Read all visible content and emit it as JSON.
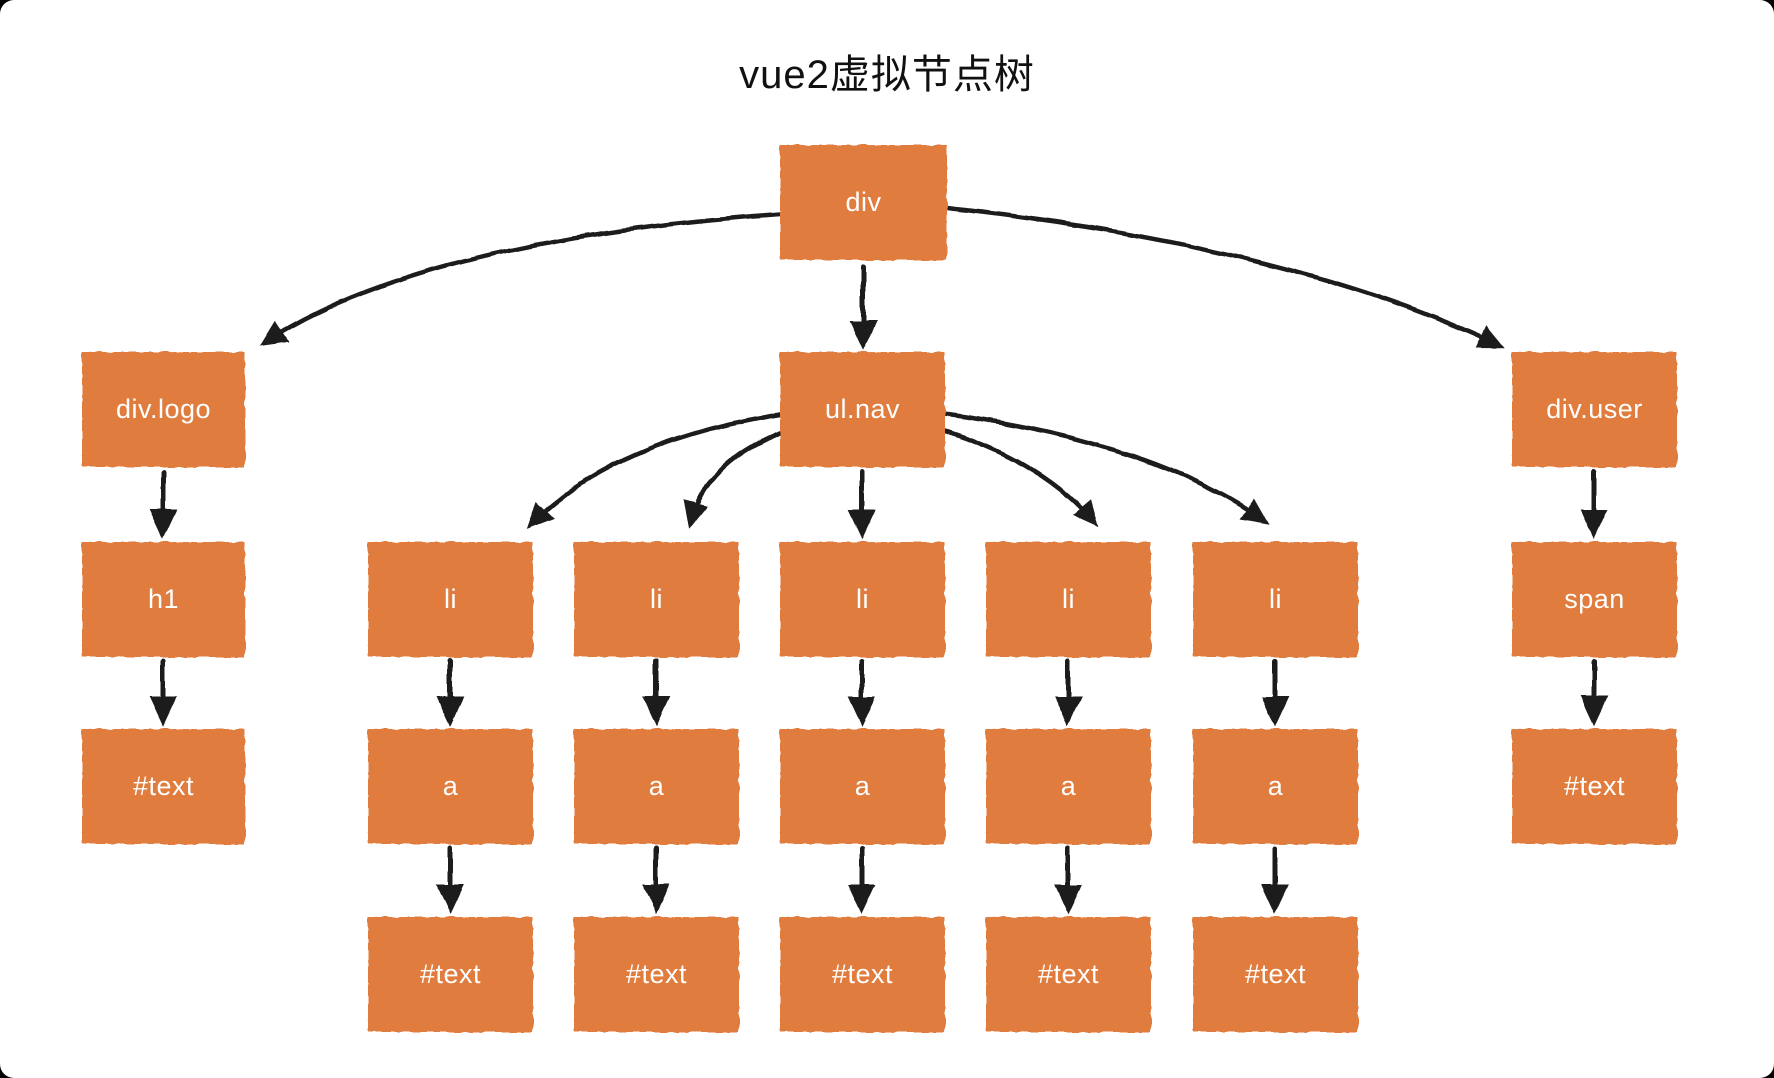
{
  "title": "vue2虚拟节点树",
  "colors": {
    "node_fill": "#E07C3D",
    "node_text": "#FFFFFF",
    "arrow": "#1B1B1B",
    "background": "#FFFFFF"
  },
  "tree": {
    "nodes": {
      "root": "div",
      "logo": "div.logo",
      "nav": "ul.nav",
      "user": "div.user",
      "h1": "h1",
      "logoText": "#text",
      "li1": "li",
      "li2": "li",
      "li3": "li",
      "li4": "li",
      "li5": "li",
      "a1": "a",
      "a2": "a",
      "a3": "a",
      "a4": "a",
      "a5": "a",
      "t1": "#text",
      "t2": "#text",
      "t3": "#text",
      "t4": "#text",
      "t5": "#text",
      "span": "span",
      "userText": "#text"
    },
    "edges": [
      [
        "div",
        "div.logo"
      ],
      [
        "div",
        "ul.nav"
      ],
      [
        "div",
        "div.user"
      ],
      [
        "div.logo",
        "h1"
      ],
      [
        "h1",
        "#text"
      ],
      [
        "ul.nav",
        "li1"
      ],
      [
        "ul.nav",
        "li2"
      ],
      [
        "ul.nav",
        "li3"
      ],
      [
        "ul.nav",
        "li4"
      ],
      [
        "ul.nav",
        "li5"
      ],
      [
        "li1",
        "a1"
      ],
      [
        "li2",
        "a2"
      ],
      [
        "li3",
        "a3"
      ],
      [
        "li4",
        "a4"
      ],
      [
        "li5",
        "a5"
      ],
      [
        "a1",
        "#text"
      ],
      [
        "a2",
        "#text"
      ],
      [
        "a3",
        "#text"
      ],
      [
        "a4",
        "#text"
      ],
      [
        "a5",
        "#text"
      ],
      [
        "div.user",
        "span"
      ],
      [
        "span",
        "#text"
      ]
    ]
  }
}
